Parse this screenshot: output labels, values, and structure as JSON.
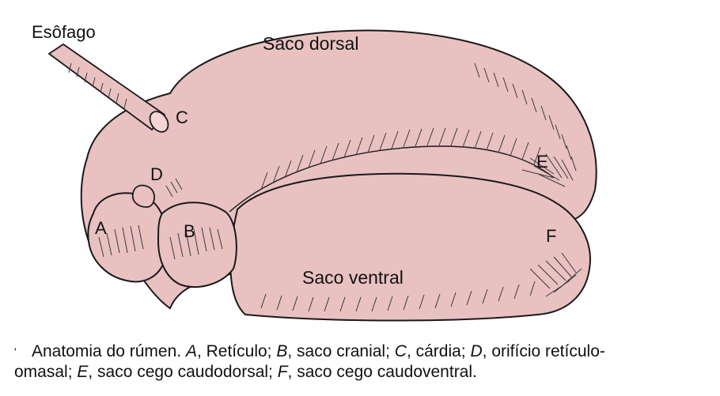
{
  "labels": {
    "esofago": "Esôfago",
    "saco_dorsal": "Saco dorsal",
    "saco_ventral": "Saco ventral",
    "a": "A",
    "b": "B",
    "c": "C",
    "d": "D",
    "e": "E",
    "f": "F"
  },
  "caption": {
    "mark": "'",
    "title": "Anatomia do rúmen. ",
    "a_letter": "A",
    "a_text": ", Retículo; ",
    "b_letter": "B",
    "b_text": ", saco cranial; ",
    "c_letter": "C",
    "c_text": ", cárdia; ",
    "d_letter": "D",
    "d_text": ", orifício retículo-",
    "d_text2": "omasal; ",
    "e_letter": "E",
    "e_text": ", saco cego caudodorsal; ",
    "f_letter": "F",
    "f_text": ", saco cego caudoventral."
  },
  "colors": {
    "organ_fill": "#e9c1c1",
    "outline": "#1a1a1a",
    "hatch": "#3a3a3a"
  }
}
